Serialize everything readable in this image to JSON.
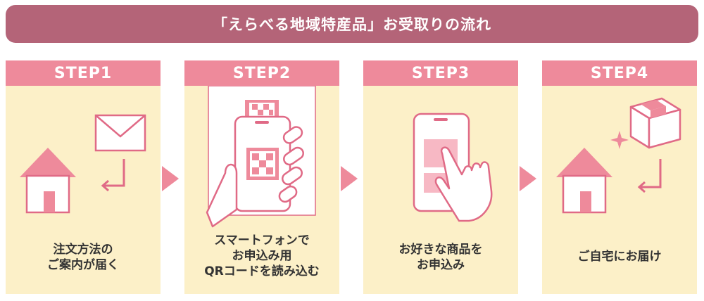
{
  "title": "「えらべる地域特産品」お受取りの流れ",
  "colors": {
    "accent": "#ee8a9b",
    "title_bg": "#b46478",
    "card_bg": "#fcf0c8",
    "stroke": "#e06a86"
  },
  "steps": [
    {
      "label": "STEP1",
      "lines": [
        "注文方法の",
        "ご案内が届く"
      ],
      "icons": [
        "envelope-icon",
        "house-icon",
        "return-arrow-icon"
      ]
    },
    {
      "label": "STEP2",
      "lines": [
        "スマートフォンで",
        "お申込み用",
        "QRコードを読み込む"
      ],
      "icons": [
        "smartphone-icon",
        "qr-code-icon",
        "hand-icon"
      ]
    },
    {
      "label": "STEP3",
      "lines": [
        "お好きな商品を",
        "お申込み"
      ],
      "icons": [
        "smartphone-icon",
        "tap-hand-icon"
      ]
    },
    {
      "label": "STEP4",
      "lines": [
        "ご自宅にお届け"
      ],
      "icons": [
        "package-box-icon",
        "house-icon",
        "sparkle-icon",
        "return-arrow-icon"
      ]
    }
  ]
}
